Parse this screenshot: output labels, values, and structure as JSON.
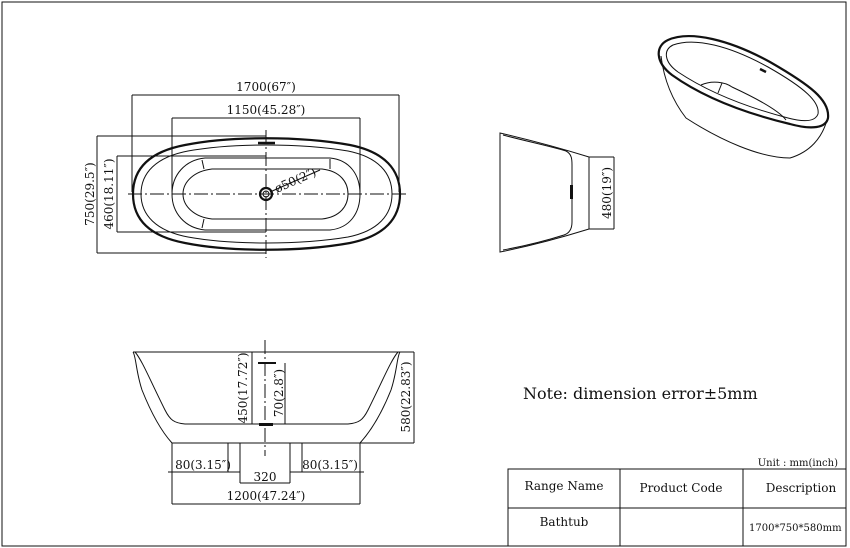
{
  "top_view": {
    "length_label": "1700(67″)",
    "inner_length_label": "1150(45.28″)",
    "width_label": "750(29.5″)",
    "inner_width_label": "460(18.11″)",
    "drain_label": "ø50(2″)"
  },
  "side_view": {
    "height_label": "480(19″)"
  },
  "front_view": {
    "depth_label": "450(17.72″)",
    "overflow_label": "70(2.8″)",
    "height_label": "580(22.83″)",
    "left_foot_label": "80(3.15″)",
    "right_foot_label": "80(3.15″)",
    "gap_label": "320",
    "base_label": "1200(47.24″)"
  },
  "note": "Note: dimension error±5mm",
  "unit": "Unit : mm(inch)",
  "table": {
    "headers": [
      "Range Name",
      "Product Code",
      "Description"
    ],
    "row": [
      "Bathtub",
      "",
      "1700*750*580mm"
    ]
  }
}
